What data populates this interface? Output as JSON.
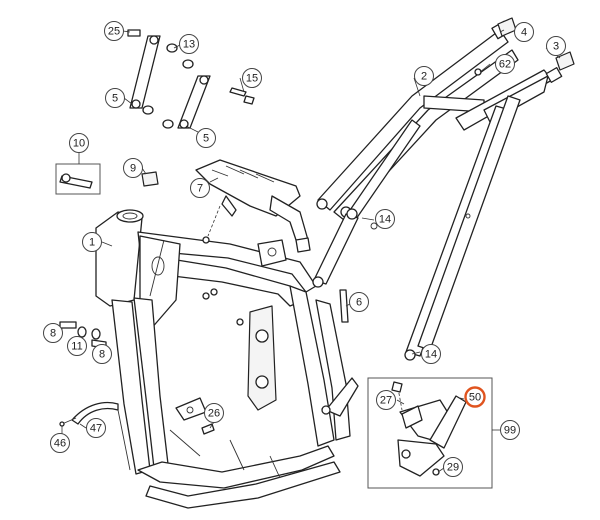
{
  "callouts": [
    {
      "id": "c25",
      "label": "25"
    },
    {
      "id": "c13",
      "label": "13"
    },
    {
      "id": "c5a",
      "label": "5"
    },
    {
      "id": "c15",
      "label": "15"
    },
    {
      "id": "c5b",
      "label": "5"
    },
    {
      "id": "c10",
      "label": "10"
    },
    {
      "id": "c9",
      "label": "9"
    },
    {
      "id": "c7",
      "label": "7"
    },
    {
      "id": "c1",
      "label": "1"
    },
    {
      "id": "c8a",
      "label": "8"
    },
    {
      "id": "c11",
      "label": "11"
    },
    {
      "id": "c8b",
      "label": "8"
    },
    {
      "id": "c46",
      "label": "46"
    },
    {
      "id": "c47",
      "label": "47"
    },
    {
      "id": "c26",
      "label": "26"
    },
    {
      "id": "c4",
      "label": "4"
    },
    {
      "id": "c3",
      "label": "3"
    },
    {
      "id": "c2",
      "label": "2"
    },
    {
      "id": "c62",
      "label": "62"
    },
    {
      "id": "c14a",
      "label": "14"
    },
    {
      "id": "c6",
      "label": "6"
    },
    {
      "id": "c14b",
      "label": "14"
    },
    {
      "id": "c27",
      "label": "27"
    },
    {
      "id": "c50",
      "label": "50"
    },
    {
      "id": "c99",
      "label": "99"
    },
    {
      "id": "c29",
      "label": "29"
    }
  ],
  "highlight_color": "#e0541f"
}
